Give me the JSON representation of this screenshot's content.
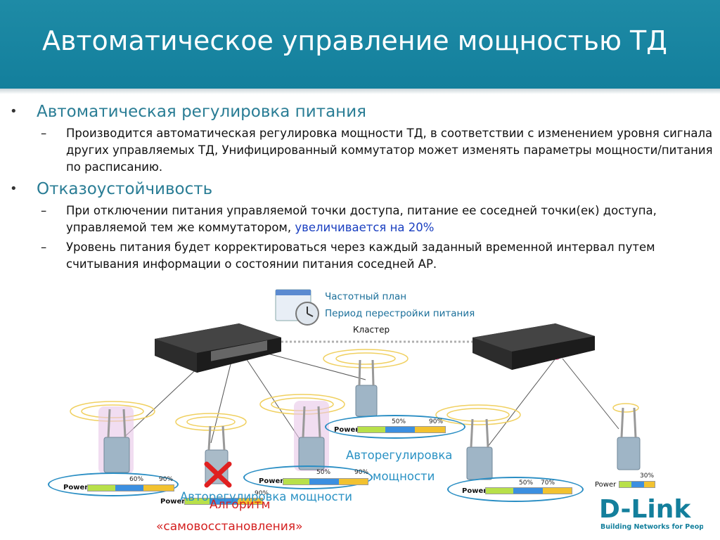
{
  "header": {
    "title": "Автоматическое управление мощностью ТД"
  },
  "bullets": [
    {
      "label": "Автоматическая регулировка питания",
      "sub": [
        {
          "text": "Производится автоматическая регулировка мощности ТД, в соответствии с изменением уровня сигнала других управляемых ТД, Унифицированный коммутатор может изменять параметры мощности/питания по расписанию.",
          "highlight": ""
        }
      ]
    },
    {
      "label": "Отказоустойчивость",
      "sub": [
        {
          "text": "При отключении питания управляемой точки доступа, питание ее соседней точки(ек) доступа, управляемой тем же коммутатором, ",
          "highlight": "увеличивается на 20%"
        },
        {
          "text": "Уровень питания будет корректироваться через каждый заданный временной интервал путем считывания информации о состоянии питания соседней АР.",
          "highlight": ""
        }
      ]
    }
  ],
  "diagram": {
    "schedule_line1": "Частотный план",
    "schedule_line2": "Период перестройки питания",
    "cluster": "Кластер",
    "auto_adjust_line1": "Авторегулировка",
    "auto_adjust_line2": "мощности",
    "auto_adjust_bottom": "Авторегулировка мощности",
    "self_heal_line1": "Алгоритм",
    "self_heal_line2": "«самовосстановления»",
    "power_label": "Power",
    "ap_powers": [
      {
        "power": "Power",
        "p1": "60%",
        "p2": "90%"
      },
      {
        "power": "Power",
        "p1": "90%"
      },
      {
        "power": "Power",
        "p1": "50%",
        "p2": "90%"
      },
      {
        "power": "Power",
        "p1": "50%",
        "p2": "90%"
      },
      {
        "power": "Power",
        "p1": "50%",
        "p2": "70%"
      },
      {
        "power": "Power",
        "p1": "30%"
      }
    ],
    "colors": {
      "accent": "#1e8ba6",
      "ellipse": "#2a8ec4",
      "fail": "#e02020",
      "bar_green": "#b8e04a",
      "bar_blue": "#3c8fe0",
      "bar_yellow": "#f2c230"
    }
  },
  "logo": {
    "text": "D-Link",
    "tagline": "Building Networks for People"
  }
}
